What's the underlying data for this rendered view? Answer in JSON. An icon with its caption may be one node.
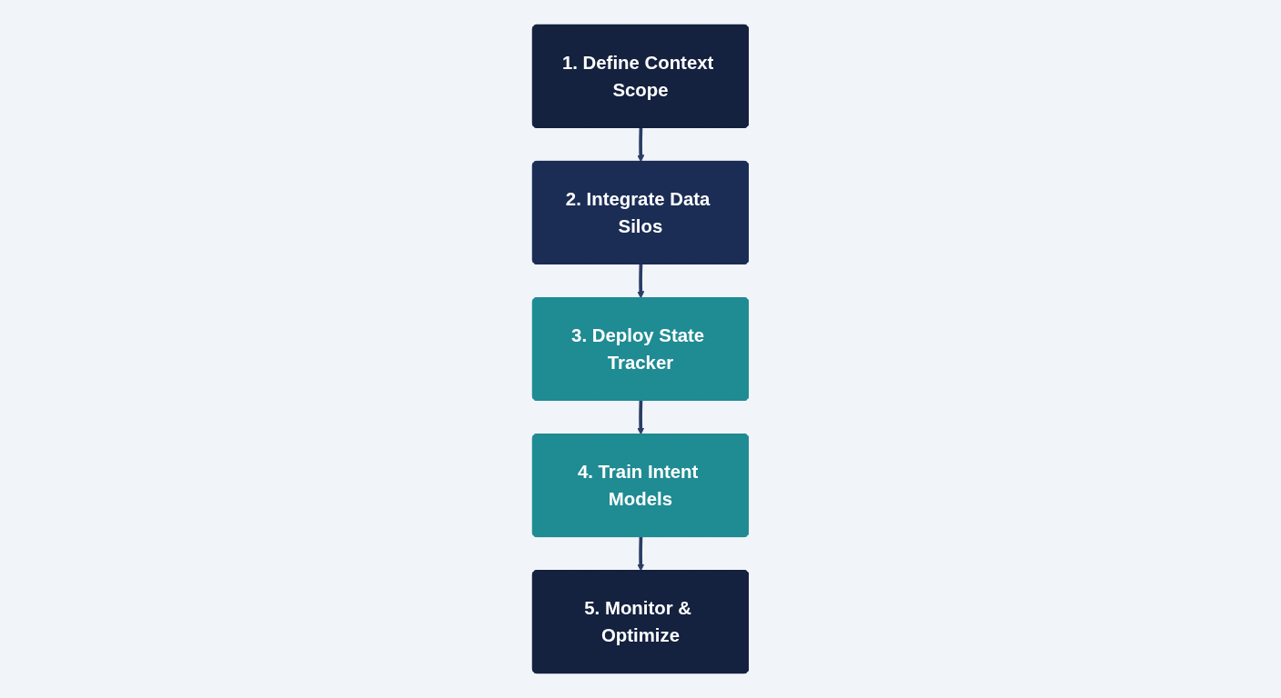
{
  "diagram": {
    "nodes": [
      {
        "text": [
          "1. Define Context Scope"
        ]
      },
      {
        "text": [
          "2. Integrate Data Silos"
        ]
      },
      {
        "text": [
          "3. Deploy State Tracker"
        ]
      },
      {
        "text": [
          "4. Train Intent Models"
        ]
      },
      {
        "text": [
          "5. Monitor & Optimize"
        ]
      }
    ],
    "edges": [
      {
        "from": 0,
        "to": 1,
        "arrow": "to"
      },
      {
        "from": 1,
        "to": 2,
        "arrow": "to"
      },
      {
        "from": 2,
        "to": 3,
        "arrow": "to"
      },
      {
        "from": 3,
        "to": 4,
        "arrow": "to"
      }
    ]
  }
}
